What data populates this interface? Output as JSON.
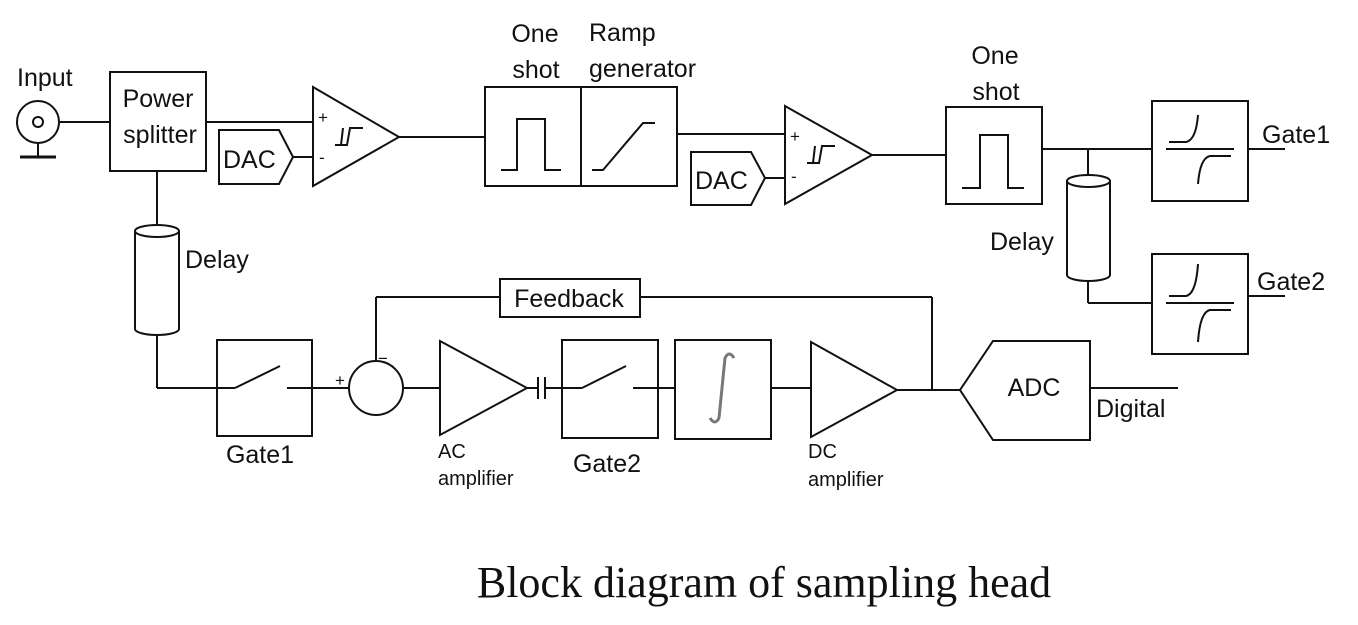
{
  "labels": {
    "input": "Input",
    "power_splitter_1": "Power",
    "power_splitter_2": "splitter",
    "dac_1": "DAC",
    "dac_2": "DAC",
    "one_shot_a_1": "One",
    "one_shot_a_2": "shot",
    "ramp_1": "Ramp",
    "ramp_2": "generator",
    "one_shot_b_1": "One",
    "one_shot_b_2": "shot",
    "gate1_out": "Gate1",
    "gate2_out": "Gate2",
    "delay_left": "Delay",
    "delay_right": "Delay",
    "feedback": "Feedback",
    "gate1": "Gate1",
    "gate2": "Gate2",
    "ac_amp_1": "AC",
    "ac_amp_2": "amplifier",
    "dc_amp_1": "DC",
    "dc_amp_2": "amplifier",
    "adc": "ADC",
    "digital": "Digital",
    "plus": "+",
    "minus": "-",
    "sum_plus": "+",
    "sum_minus": "−"
  },
  "caption": "Block diagram of sampling head"
}
